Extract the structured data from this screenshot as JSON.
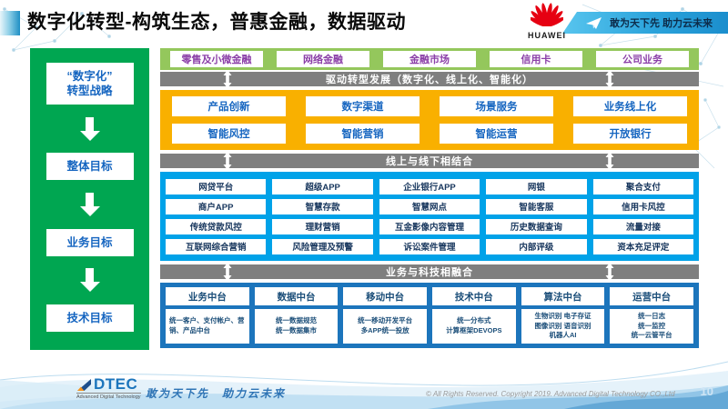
{
  "colors": {
    "sidebar_green": "#00A651",
    "segment_green": "#94C75C",
    "segment_text_purple": "#8B3FA8",
    "bar_gray": "#7F7F7F",
    "capability_yellow": "#F9B000",
    "capability_text_blue": "#1565C0",
    "app_blue": "#00A2E8",
    "app_text_navy": "#17365D",
    "platform_blue": "#1C75BC",
    "banner_blue": "#2BA3DB",
    "huawei_red": "#E60012"
  },
  "header": {
    "title": "数字化转型-构筑生态，普惠金融，数据驱动",
    "huawei_wordmark": "HUAWEI",
    "banner_slogan": "敢为天下先 助力云未来"
  },
  "sidebar": {
    "items": [
      "“数字化”\n转型战略",
      "整体目标",
      "业务目标",
      "技术目标"
    ]
  },
  "main": {
    "business_segments": [
      "零售及小微金融",
      "网络金融",
      "金融市场",
      "信用卡",
      "公司业务"
    ],
    "bar_drive": "驱动转型发展（数字化、线上化、智能化）",
    "capability_rows": [
      [
        "产品创新",
        "数字渠道",
        "场景服务",
        "业务线上化"
      ],
      [
        "智能风控",
        "智能营销",
        "智能运营",
        "开放银行"
      ]
    ],
    "bar_online_offline": "线上与线下相结合",
    "application_rows": [
      [
        "网贷平台",
        "超级APP",
        "企业银行APP",
        "网银",
        "聚合支付"
      ],
      [
        "商户APP",
        "智慧存款",
        "智慧网点",
        "智能客服",
        "信用卡风控"
      ],
      [
        "传统贷款风控",
        "理财营销",
        "互金影像内容管理",
        "历史数据查询",
        "流量对接"
      ],
      [
        "互联网综合营销",
        "风险管理及预警",
        "诉讼案件管理",
        "内部评级",
        "资本充足评定"
      ]
    ],
    "bar_fusion": "业务与科技相融合",
    "platforms": [
      {
        "title": "业务中台",
        "detail": "统一客户、支付帐户、营销、产品中台"
      },
      {
        "title": "数据中台",
        "detail": "统一数据规范\n统一数据集市"
      },
      {
        "title": "移动中台",
        "detail": "统一移动开发平台\n多APP统一投放"
      },
      {
        "title": "技术中台",
        "detail": "统一分布式\n计算框架DEVOPS"
      },
      {
        "title": "算法中台",
        "detail": "生物识别 电子存证\n图像识别 语音识别\n机器人AI"
      },
      {
        "title": "运营中台",
        "detail": "统一日志\n统一监控\n统一云管平台"
      }
    ]
  },
  "footer": {
    "logo_text": "DTEC",
    "logo_subtext": "Advanced Digital Technology",
    "slogan": "敢为天下先　助力云未来",
    "copyright": "© All Rights Reserved. Copyright 2019. Advanced Digital Technology CO.,Ltd",
    "page_number": "10"
  }
}
